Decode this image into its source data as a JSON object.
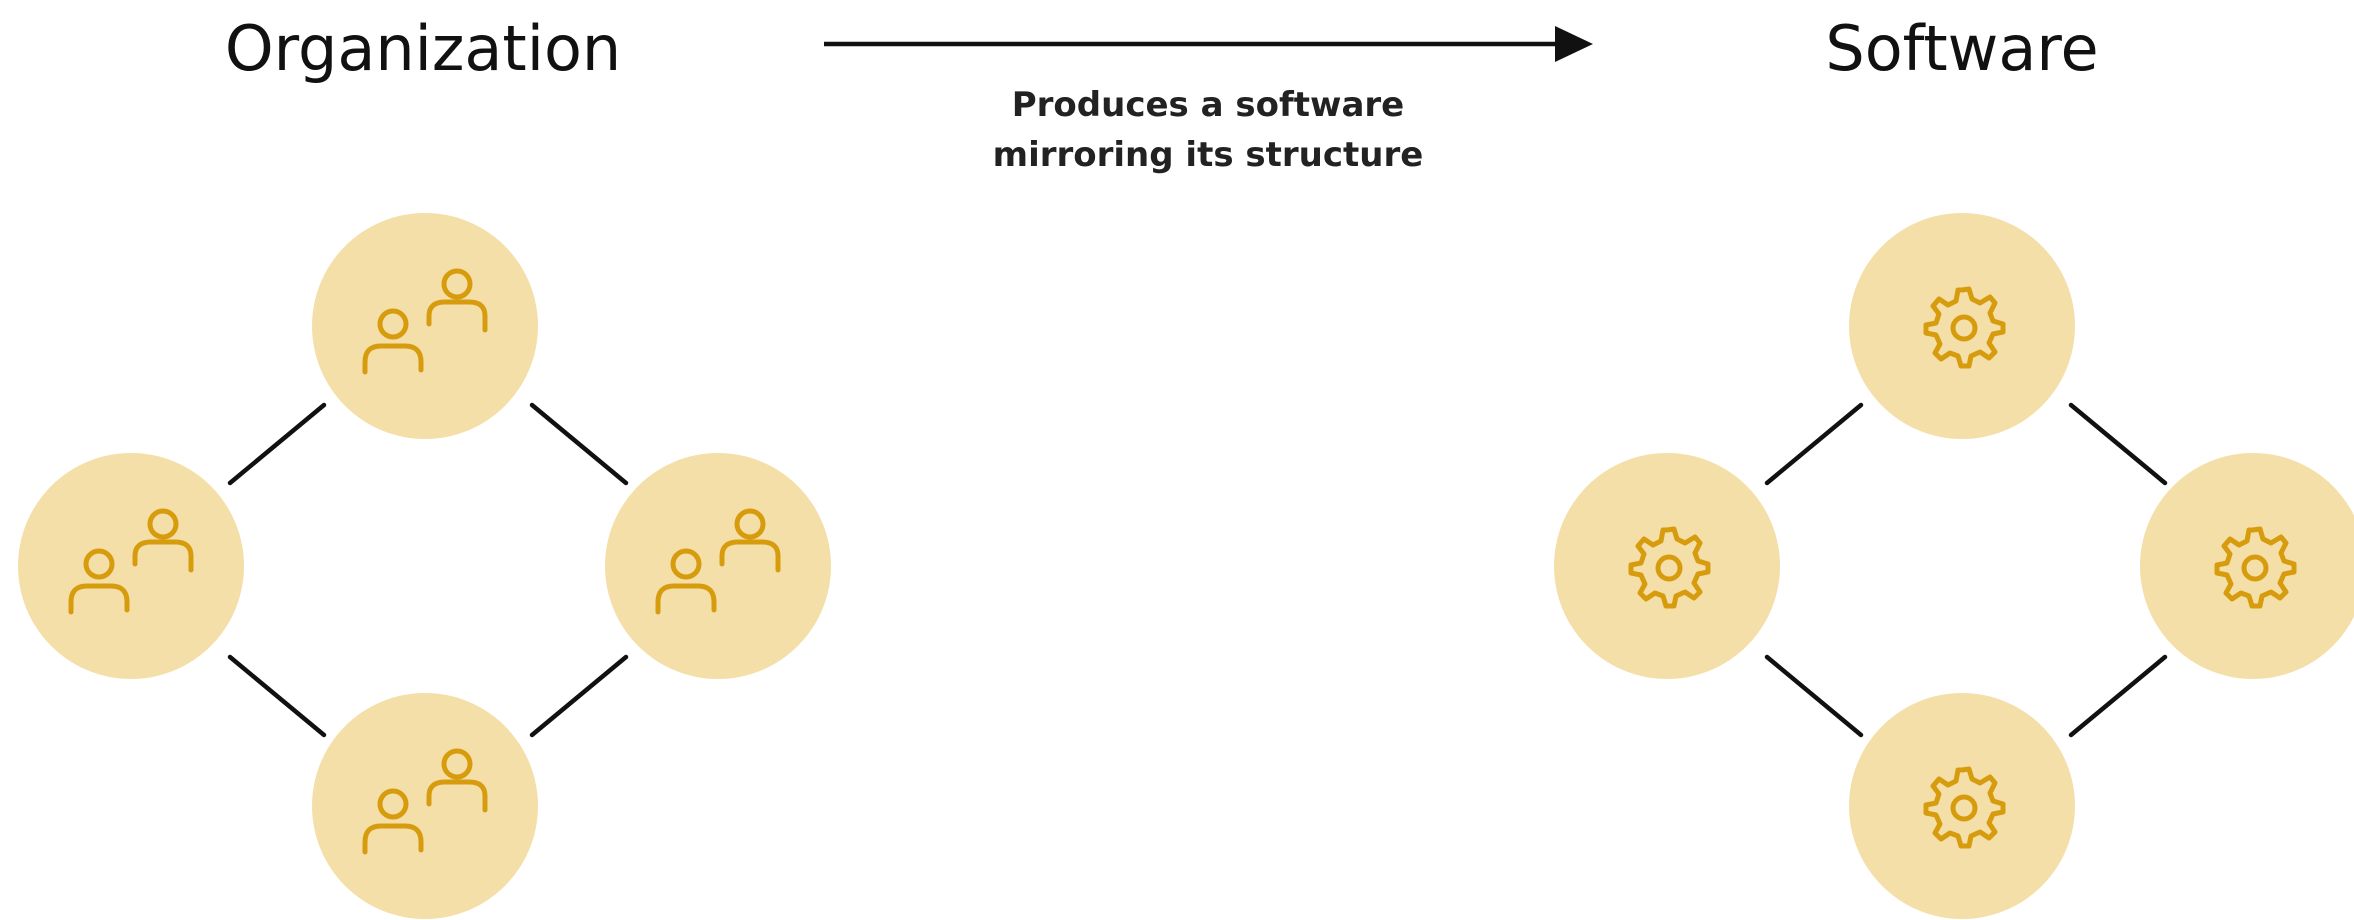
{
  "left": {
    "title": "Organization",
    "node_icon": "people-group-icon",
    "nodes": [
      "top",
      "left",
      "right",
      "bottom"
    ]
  },
  "right": {
    "title": "Software",
    "node_icon": "gear-icon",
    "nodes": [
      "top",
      "left",
      "right",
      "bottom"
    ]
  },
  "arrow": {
    "caption_line1": "Produces a software",
    "caption_line2": "mirroring its structure"
  },
  "colors": {
    "node_fill": "#F5DFA8",
    "icon_stroke": "#D69C0E",
    "line": "#111111",
    "text": "#111111"
  }
}
